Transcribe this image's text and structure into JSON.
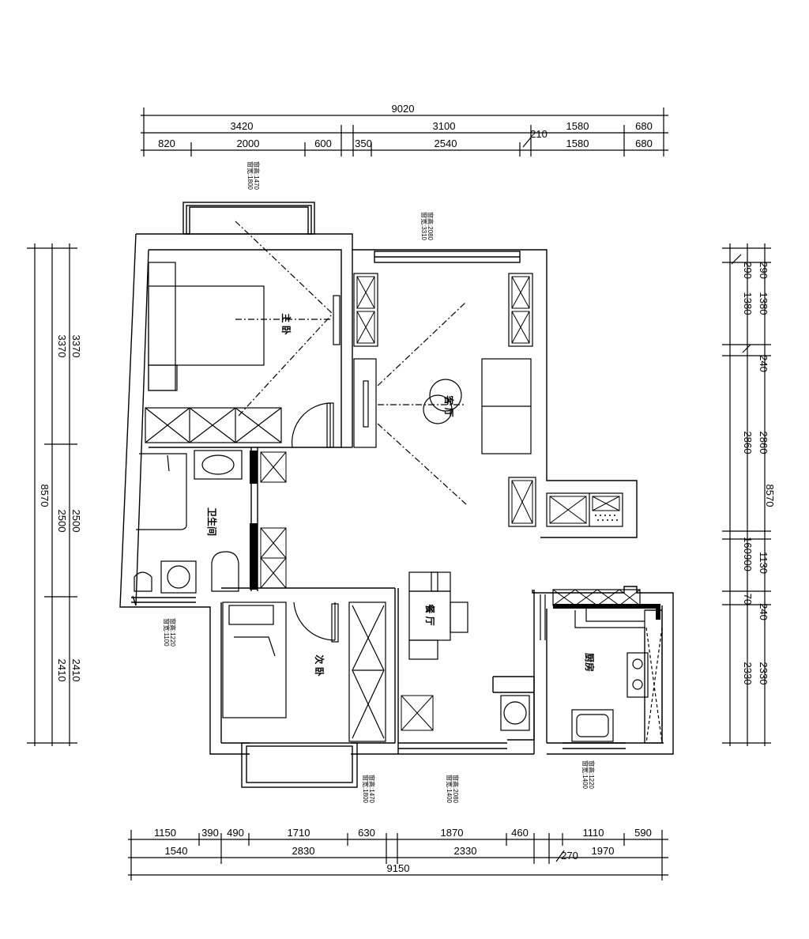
{
  "top_dims": {
    "total": "9020",
    "mid": [
      "3420",
      "3100",
      "1580",
      "680"
    ],
    "low": [
      "820",
      "2000",
      "600",
      "350",
      "2540",
      "1580",
      "680"
    ],
    "small": "210"
  },
  "bottom_dims": {
    "total": "9150",
    "mid": [
      "1540",
      "2830",
      "2330",
      "1970"
    ],
    "low": [
      "1150",
      "390",
      "490",
      "1710",
      "630",
      "1870",
      "460",
      "1110",
      "590"
    ],
    "small": "270"
  },
  "left_dims": {
    "total": "8570",
    "outer": [
      "3370",
      "2500",
      "2410"
    ],
    "inner": [
      "3370",
      "2500",
      "2410"
    ]
  },
  "right_dims": {
    "total": "8570",
    "outer": [
      "290",
      "1380",
      "240",
      "2860",
      "1130",
      "240",
      "2330"
    ],
    "inner": [
      "290",
      "1380",
      "2860",
      "160",
      "900",
      "70",
      "2330"
    ]
  },
  "rooms": {
    "master_bedroom": "主 卧",
    "living_room": "客 厅",
    "bathroom": "卫生间",
    "dining": "餐 厅",
    "second_bedroom": "次 卧",
    "kitchen": "厨房"
  },
  "window_labels": {
    "master_top_1": "窗宽:1800",
    "master_top_2": "窗高:1470",
    "living_top_1": "窗宽:3310",
    "living_top_2": "窗高:2080",
    "bath_1": "窗宽:1100",
    "bath_2": "窗高:1220",
    "second_1": "窗宽:1800",
    "second_2": "窗高:1470",
    "dining_1": "窗宽:1400",
    "dining_2": "窗高:2080",
    "kitchen_1": "窗宽:1400",
    "kitchen_2": "窗高:1220"
  }
}
